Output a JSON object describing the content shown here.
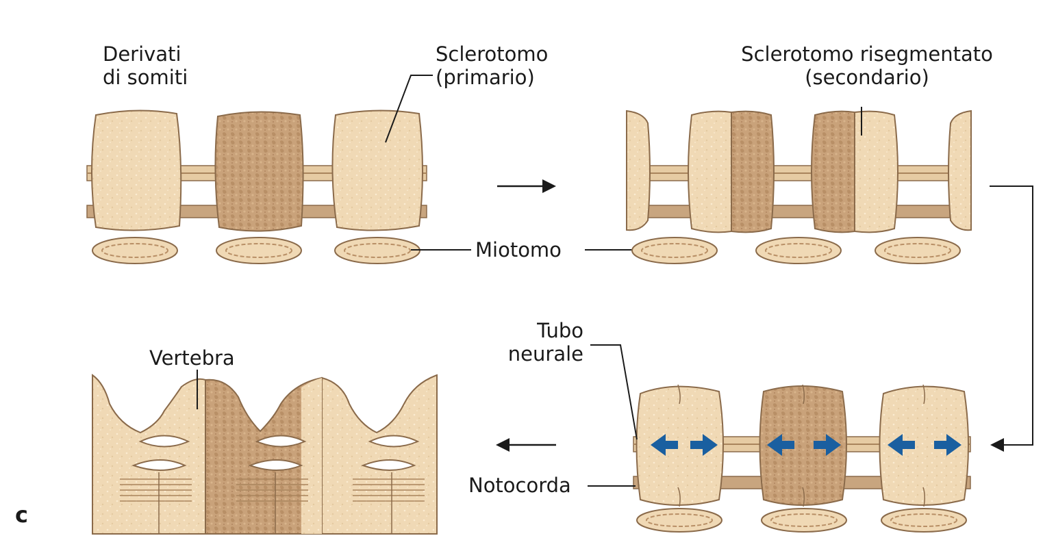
{
  "labels": {
    "derivati": "Derivati\ndi somiti",
    "derivati_line1": "Derivati",
    "derivati_line2": "di somiti",
    "sclerotomo_primario_line1": "Sclerotomo",
    "sclerotomo_primario_line2": "(primario)",
    "sclerotomo_secondario_line1": "Sclerotomo risegmentato",
    "sclerotomo_secondario_line2": "(secondario)",
    "miotomo": "Miotomo",
    "tubo_line1": "Tubo",
    "tubo_line2": "neurale",
    "notocorda": "Notocorda",
    "vertebra": "Vertebra",
    "panel_letter": "c"
  },
  "colors": {
    "light_tissue": "#f0d9b5",
    "dark_tissue": "#c9a27a",
    "outline": "#8a6a4a",
    "rod": "#c8a57f",
    "arrow_blue": "#1a5fa0",
    "line": "#1a1a1a"
  },
  "icons": [
    "arrow-right-icon",
    "arrow-left-icon",
    "blue-double-arrow-icon"
  ]
}
